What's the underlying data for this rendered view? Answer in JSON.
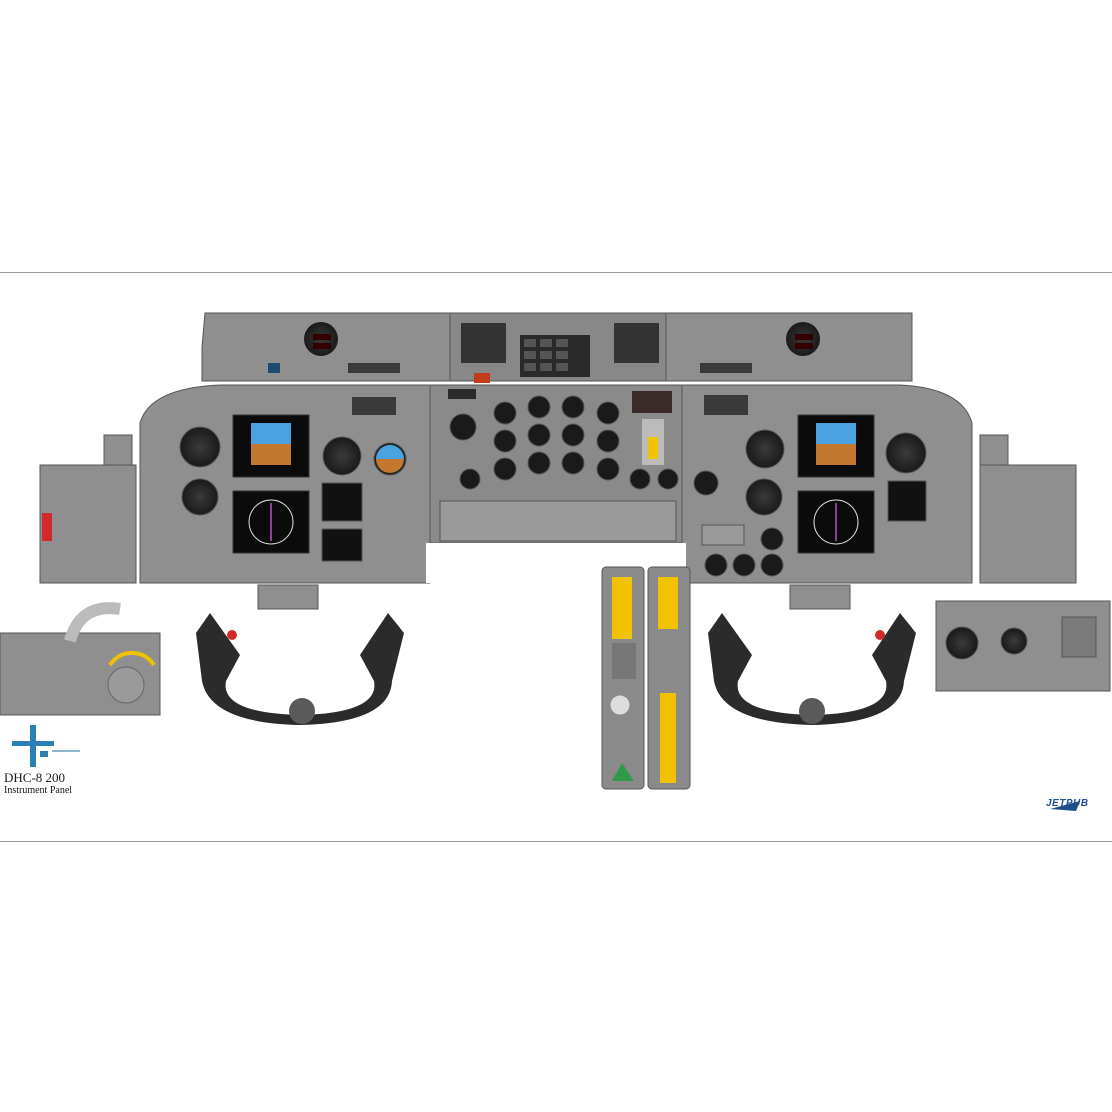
{
  "title": "DHC-8 200",
  "subtitle": "Instrument Panel",
  "brand": "JETPUB",
  "colors": {
    "panel": "#8f8f8f",
    "panel_dark": "#6e6e6e",
    "screen": "#0b0b0b",
    "sky": "#4aa3e0",
    "ground": "#c4782f",
    "yoke": "#2b2b2b",
    "caution_yellow": "#f2c200",
    "warning_red": "#d12a2a",
    "brand_blue": "#1f4f8a"
  },
  "icons": [
    "aircraft-logo-icon",
    "jetpub-logo-icon",
    "yoke-icon",
    "throttle-quadrant-icon",
    "attitude-indicator-icon",
    "hsi-icon"
  ]
}
